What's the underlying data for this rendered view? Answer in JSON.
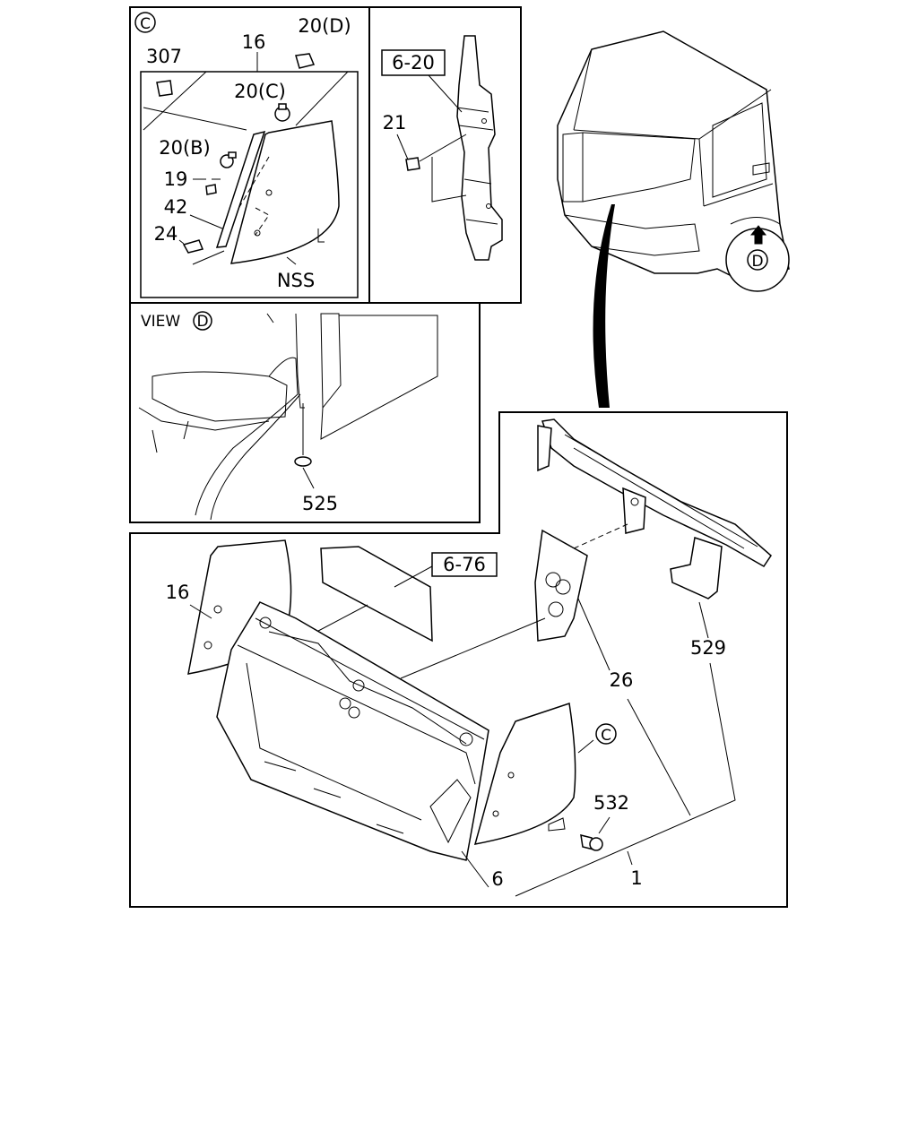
{
  "panels": {
    "detail_c": {
      "marker": "C",
      "labels": {
        "p307": "307",
        "p16": "16",
        "p20d": "20(D)",
        "p20c": "20(C)",
        "p20b": "20(B)",
        "p19": "19",
        "p42": "42",
        "p24": "24",
        "nss": "NSS"
      }
    },
    "detail_620": {
      "ref_box": "6-20",
      "labels": {
        "p21": "21"
      }
    },
    "truck": {
      "view_marker": "D"
    },
    "view_d": {
      "title_text": "VIEW",
      "title_marker": "D",
      "labels": {
        "p525": "525"
      }
    },
    "main": {
      "ref_box": "6-76",
      "callout_marker": "C",
      "labels": {
        "p16": "16",
        "p26": "26",
        "p529": "529",
        "p532": "532",
        "p6": "6",
        "p1": "1"
      }
    }
  }
}
